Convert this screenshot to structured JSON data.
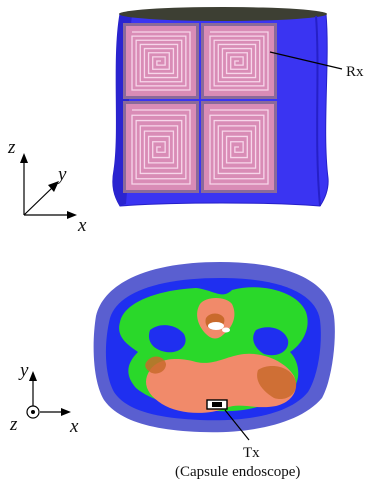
{
  "top_view": {
    "label_rx": "Rx",
    "axes": {
      "z": "z",
      "y": "y",
      "x": "x"
    },
    "coil_grid": {
      "rows": 2,
      "cols": 2,
      "turns": 7
    }
  },
  "bottom_view": {
    "label_tx": "Tx",
    "label_caption": "(Capsule endoscope)",
    "axes": {
      "y": "y",
      "z": "z",
      "x": "x"
    }
  },
  "colors": {
    "body_blue": "#3a34f2",
    "body_blue_dark": "#2620c8",
    "body_top": "#3d3f33",
    "coil_pink": "#d98cb6",
    "coil_line": "#f7d6ea",
    "coil_frame": "#8a6a9a",
    "slice_outer": "#5a5fd0",
    "slice_blue": "#1f2ff0",
    "slice_green": "#2ad82a",
    "slice_orange": "#f18a6a",
    "slice_brown": "#c96a2c",
    "slice_white": "#ffffff"
  }
}
